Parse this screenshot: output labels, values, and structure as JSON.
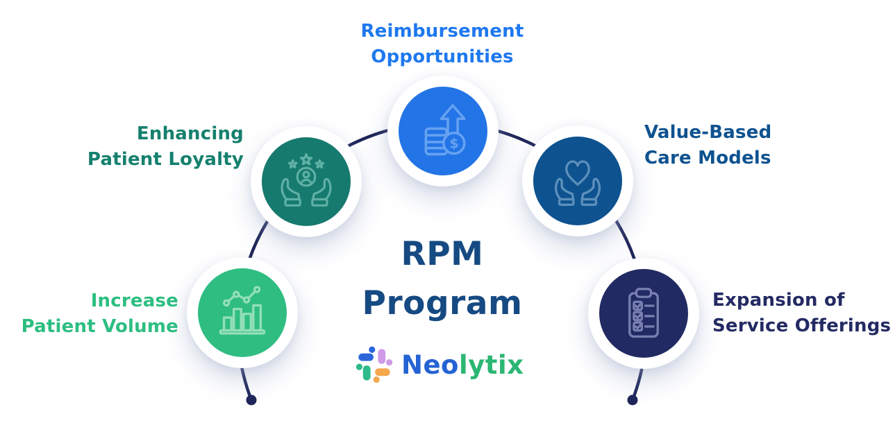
{
  "title": {
    "line1": "RPM",
    "line2": "Program",
    "color": "#164a82"
  },
  "brand": {
    "text_primary": "Neo",
    "text_secondary": "lytix",
    "primary_color": "#2563d4",
    "secondary_color": "#2bb673",
    "mark_colors": {
      "blue": "#2a66d9",
      "lavender": "#cf9ae8",
      "orange": "#f5a84e",
      "green": "#2eba8b"
    }
  },
  "connector": {
    "color": "#1d2458"
  },
  "nodes": [
    {
      "id": "reimbursement-opportunities",
      "label_lines": [
        "Reimbursement",
        "Opportunities"
      ],
      "icon": "coins-growth-icon",
      "circle_color": "#2374e6",
      "text_color": "#1e78ef"
    },
    {
      "id": "enhancing-patient-loyalty",
      "label_lines": [
        "Enhancing",
        "Patient Loyalty"
      ],
      "icon": "patient-loyalty-icon",
      "circle_color": "#177a6e",
      "text_color": "#15806e"
    },
    {
      "id": "value-based-care-models",
      "label_lines": [
        "Value-Based",
        "Care Models"
      ],
      "icon": "heart-in-hands-icon",
      "circle_color": "#0e5290",
      "text_color": "#0e5290"
    },
    {
      "id": "increase-patient-volume",
      "label_lines": [
        "Increase",
        "Patient Volume"
      ],
      "icon": "growth-chart-icon",
      "circle_color": "#2fbd82",
      "text_color": "#2cbe81"
    },
    {
      "id": "expansion-of-service-offerings",
      "label_lines": [
        "Expansion of",
        "Service Offerings"
      ],
      "icon": "checklist-clipboard-icon",
      "circle_color": "#222a63",
      "text_color": "#232a63"
    }
  ]
}
